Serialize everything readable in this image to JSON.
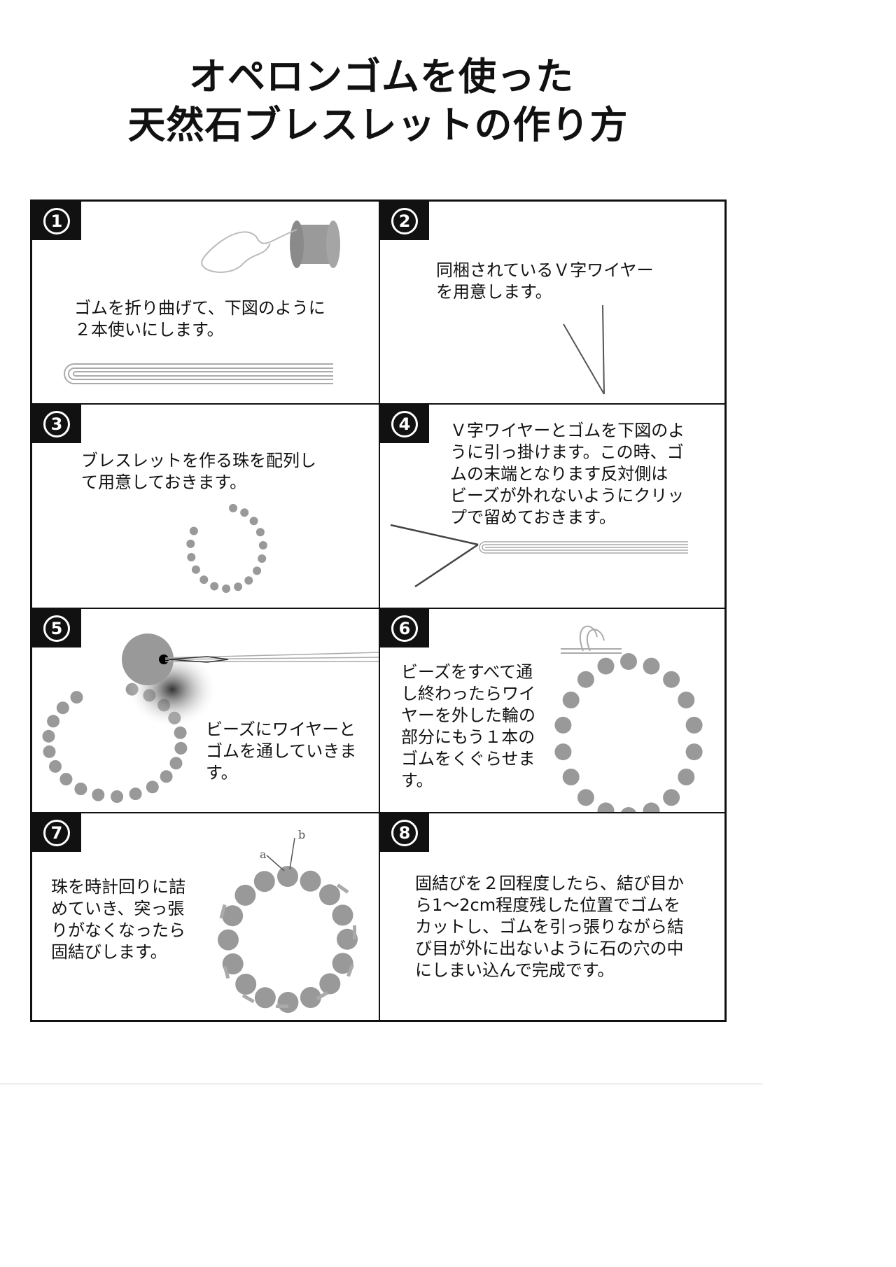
{
  "title": {
    "line1": "オペロンゴムを使った",
    "line2": "天然石ブレスレットの作り方"
  },
  "steps": [
    {
      "number": "1",
      "lines": [
        "ゴムを折り曲げて、下図のように",
        "２本使いにします。"
      ]
    },
    {
      "number": "2",
      "lines": [
        "同梱されているＶ字ワイヤー",
        "を用意します。"
      ]
    },
    {
      "number": "3",
      "lines": [
        "ブレスレットを作る珠を配列し",
        "て用意しておきます。"
      ]
    },
    {
      "number": "4",
      "lines": [
        "Ｖ字ワイヤーとゴムを下図のよ",
        "うに引っ掛けます。この時、ゴ",
        "ムの末端となります反対側は",
        "ビーズが外れないようにクリッ",
        "プで留めておきます。"
      ]
    },
    {
      "number": "5",
      "lines": [
        "ビーズにワイヤーと",
        "ゴムを通していきま",
        "す。"
      ]
    },
    {
      "number": "6",
      "lines": [
        "ビーズをすべて通",
        "し終わったらワイ",
        "ヤーを外した輪の",
        "部分にもう１本の",
        "ゴムをくぐらせま",
        "す。"
      ]
    },
    {
      "number": "7",
      "lines": [
        "珠を時計回りに詰",
        "めていき、突っ張",
        "りがなくなったら",
        "固結びします。"
      ]
    },
    {
      "number": "8",
      "lines": [
        "固結びを２回程度したら、結び目か",
        "ら1～2cm程度残した位置でゴムを",
        "カットし、ゴムを引っ張りながら結",
        "び目が外に出ないように石の穴の中",
        "にしまい込んで完成です。"
      ]
    }
  ],
  "diagram7": {
    "label_a": "a",
    "label_b": "b"
  },
  "colors": {
    "ink": "#111111",
    "bead": "#999999",
    "stroke": "#bbbbbb"
  }
}
